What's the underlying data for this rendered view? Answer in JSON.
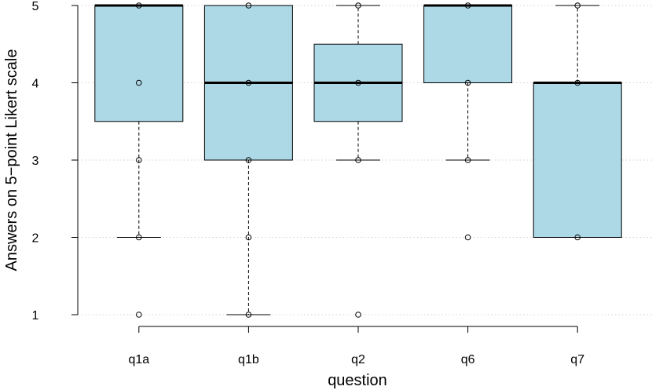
{
  "chart_data": {
    "type": "box",
    "xlabel": "question",
    "ylabel": "Answers on 5−point Likert scale",
    "ylim": [
      1,
      5
    ],
    "yticks": [
      1,
      2,
      3,
      4,
      5
    ],
    "grid": "horizontal-dotted",
    "box_fill": "#add8e6",
    "categories": [
      "q1a",
      "q1b",
      "q2",
      "q6",
      "q7"
    ],
    "boxes": [
      {
        "category": "q1a",
        "min": 2,
        "q1": 3.5,
        "median": 5,
        "q3": 5,
        "max": 5,
        "outliers": [
          1
        ],
        "points": [
          5,
          4,
          3,
          2,
          1
        ]
      },
      {
        "category": "q1b",
        "min": 1,
        "q1": 3,
        "median": 4,
        "q3": 5,
        "max": 5,
        "outliers": [],
        "points": [
          5,
          4,
          3,
          2,
          1
        ]
      },
      {
        "category": "q2",
        "min": 3,
        "q1": 3.5,
        "median": 4,
        "q3": 4.5,
        "max": 5,
        "outliers": [
          1
        ],
        "points": [
          5,
          4,
          3,
          1
        ]
      },
      {
        "category": "q6",
        "min": 3,
        "q1": 4,
        "median": 5,
        "q3": 5,
        "max": 5,
        "outliers": [
          2
        ],
        "points": [
          5,
          4,
          3,
          2
        ]
      },
      {
        "category": "q7",
        "min": 2,
        "q1": 2,
        "median": 4,
        "q3": 4,
        "max": 5,
        "outliers": [],
        "points": [
          5,
          4,
          2
        ]
      }
    ]
  }
}
